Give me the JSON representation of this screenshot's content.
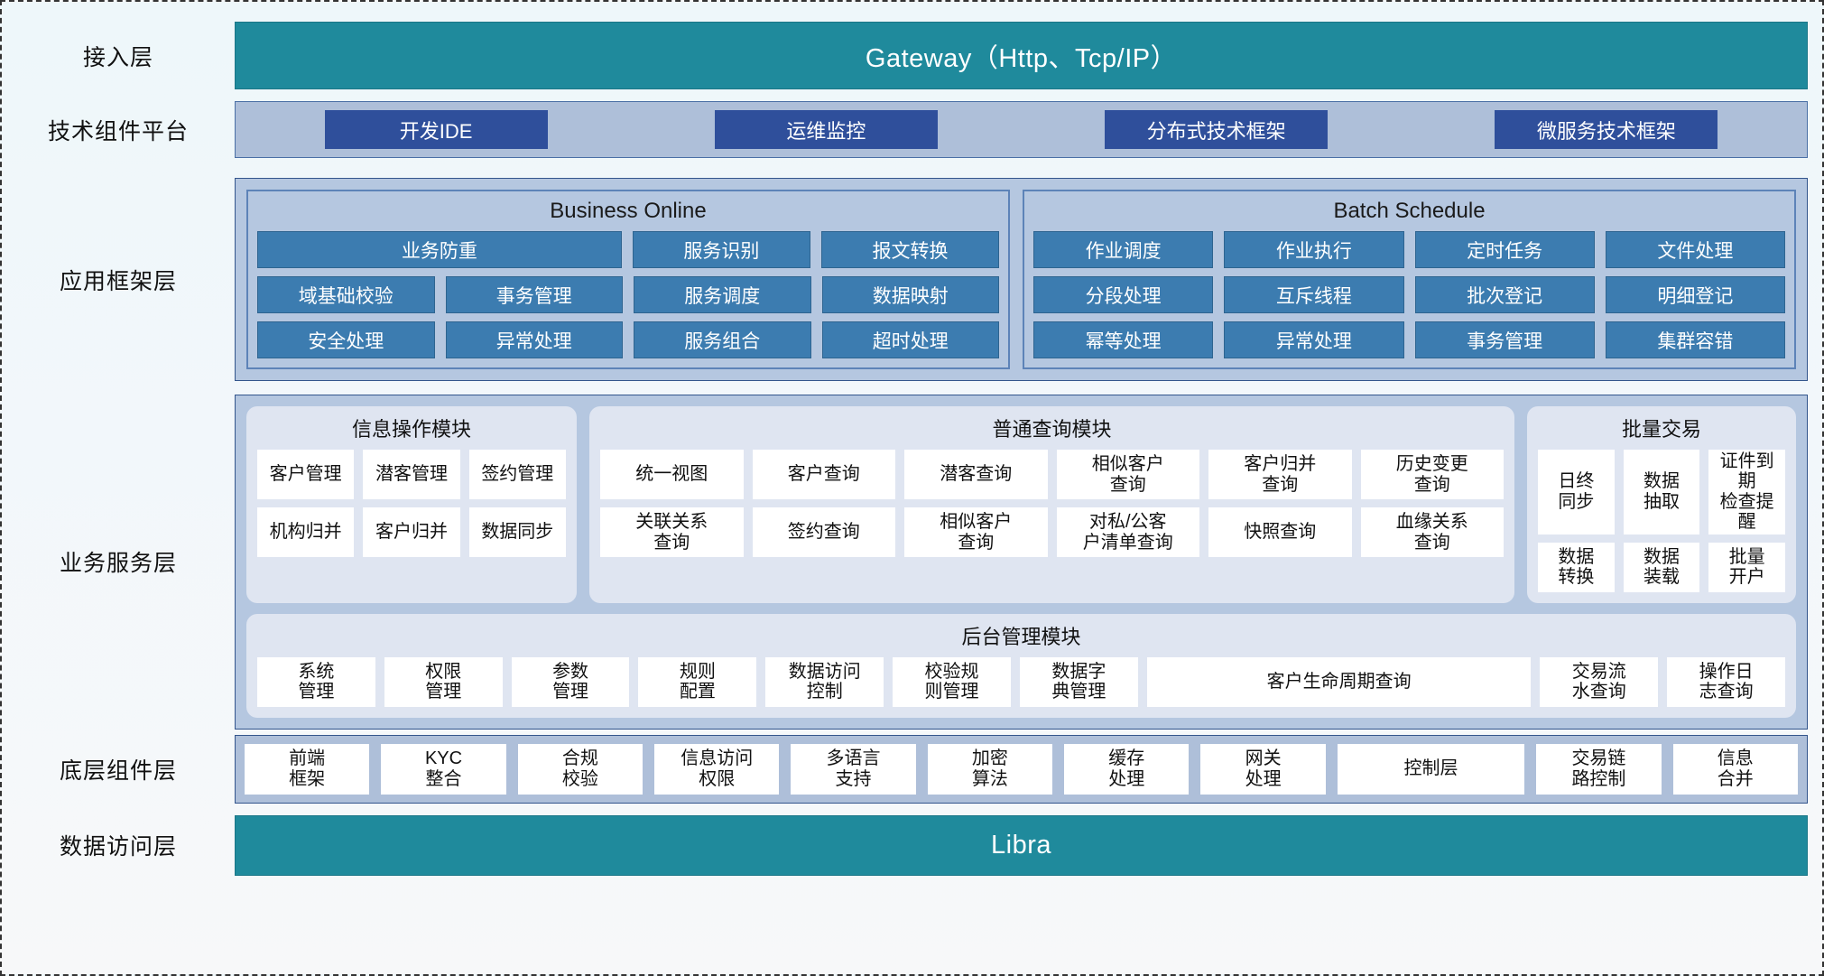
{
  "layers": [
    {
      "label": "接入层"
    },
    {
      "label": "技术组件平台"
    },
    {
      "label": "应用框架层"
    },
    {
      "label": "业务服务层"
    },
    {
      "label": "底层组件层"
    },
    {
      "label": "数据访问层"
    }
  ],
  "gateway": {
    "title": "Gateway（Http、Tcp/IP）"
  },
  "data_access": {
    "title": "Libra"
  },
  "tech_platform": {
    "items": [
      {
        "label": "开发IDE"
      },
      {
        "label": "运维监控"
      },
      {
        "label": "分布式技术框架"
      },
      {
        "label": "微服务技术框架"
      }
    ]
  },
  "app_framework": {
    "business_online": {
      "title": "Business Online",
      "rows": [
        [
          {
            "label": "业务防重",
            "span": 2
          },
          {
            "label": "服务识别",
            "span": 1
          },
          {
            "label": "报文转换",
            "span": 1
          }
        ],
        [
          {
            "label": "域基础校验",
            "span": 1
          },
          {
            "label": "事务管理",
            "span": 1
          },
          {
            "label": "服务调度",
            "span": 1
          },
          {
            "label": "数据映射",
            "span": 1
          }
        ],
        [
          {
            "label": "安全处理",
            "span": 1
          },
          {
            "label": "异常处理",
            "span": 1
          },
          {
            "label": "服务组合",
            "span": 1
          },
          {
            "label": "超时处理",
            "span": 1
          }
        ]
      ]
    },
    "batch_schedule": {
      "title": "Batch Schedule",
      "rows": [
        [
          {
            "label": "作业调度",
            "span": 1
          },
          {
            "label": "作业执行",
            "span": 1
          },
          {
            "label": "定时任务",
            "span": 1
          },
          {
            "label": "文件处理",
            "span": 1
          }
        ],
        [
          {
            "label": "分段处理",
            "span": 1
          },
          {
            "label": "互斥线程",
            "span": 1
          },
          {
            "label": "批次登记",
            "span": 1
          },
          {
            "label": "明细登记",
            "span": 1
          }
        ],
        [
          {
            "label": "幂等处理",
            "span": 1
          },
          {
            "label": "异常处理",
            "span": 1
          },
          {
            "label": "事务管理",
            "span": 1
          },
          {
            "label": "集群容错",
            "span": 1
          }
        ]
      ]
    }
  },
  "business_service": {
    "info_operation": {
      "title": "信息操作模块",
      "rows": [
        [
          {
            "label": "客户管理"
          },
          {
            "label": "潜客管理"
          },
          {
            "label": "签约管理"
          }
        ],
        [
          {
            "label": "机构归并"
          },
          {
            "label": "客户归并"
          },
          {
            "label": "数据同步"
          }
        ]
      ]
    },
    "common_query": {
      "title": "普通查询模块",
      "rows": [
        [
          {
            "label": "统一视图"
          },
          {
            "label": "客户查询"
          },
          {
            "label": "潜客查询"
          },
          {
            "label": "相似客户\n查询"
          },
          {
            "label": "客户归并\n查询"
          },
          {
            "label": "历史变更\n查询"
          }
        ],
        [
          {
            "label": "关联关系\n查询"
          },
          {
            "label": "签约查询"
          },
          {
            "label": "相似客户\n查询"
          },
          {
            "label": "对私/公客\n户清单查询"
          },
          {
            "label": "快照查询"
          },
          {
            "label": "血缘关系\n查询"
          }
        ]
      ]
    },
    "batch_trade": {
      "title": "批量交易",
      "rows": [
        [
          {
            "label": "日终\n同步"
          },
          {
            "label": "数据\n抽取"
          },
          {
            "label": "证件到期\n检查提醒"
          }
        ],
        [
          {
            "label": "数据\n转换"
          },
          {
            "label": "数据\n装载"
          },
          {
            "label": "批量\n开户"
          }
        ]
      ]
    },
    "backoffice": {
      "title": "后台管理模块",
      "rows": [
        [
          {
            "label": "系统\n管理",
            "span": 1
          },
          {
            "label": "权限\n管理",
            "span": 1
          },
          {
            "label": "参数\n管理",
            "span": 1
          },
          {
            "label": "规则\n配置",
            "span": 1
          },
          {
            "label": "数据访问\n控制",
            "span": 1
          },
          {
            "label": "校验规\n则管理",
            "span": 1
          },
          {
            "label": "数据字\n典管理",
            "span": 1
          },
          {
            "label": "客户生命周期查询",
            "span": 3
          },
          {
            "label": "交易流\n水查询",
            "span": 1
          },
          {
            "label": "操作日\n志查询",
            "span": 1
          }
        ]
      ]
    }
  },
  "bottom_components": {
    "items": [
      {
        "label": "前端\n框架",
        "span": 1
      },
      {
        "label": "KYC\n整合",
        "span": 1
      },
      {
        "label": "合规\n校验",
        "span": 1
      },
      {
        "label": "信息访问\n权限",
        "span": 1
      },
      {
        "label": "多语言\n支持",
        "span": 1
      },
      {
        "label": "加密\n算法",
        "span": 1
      },
      {
        "label": "缓存\n处理",
        "span": 1
      },
      {
        "label": "网关\n处理",
        "span": 1
      },
      {
        "label": "控制层",
        "span": 1.5
      },
      {
        "label": "交易链\n路控制",
        "span": 1
      },
      {
        "label": "信息\n合并",
        "span": 1
      }
    ]
  },
  "colors": {
    "teal": "#1f8a9c",
    "panel_blue": "#b5c7e0",
    "tech_box": "#2f4f9b",
    "app_box": "#3c7cb0",
    "biz_panel": "#dfe5f1",
    "box_white": "#ffffff"
  }
}
